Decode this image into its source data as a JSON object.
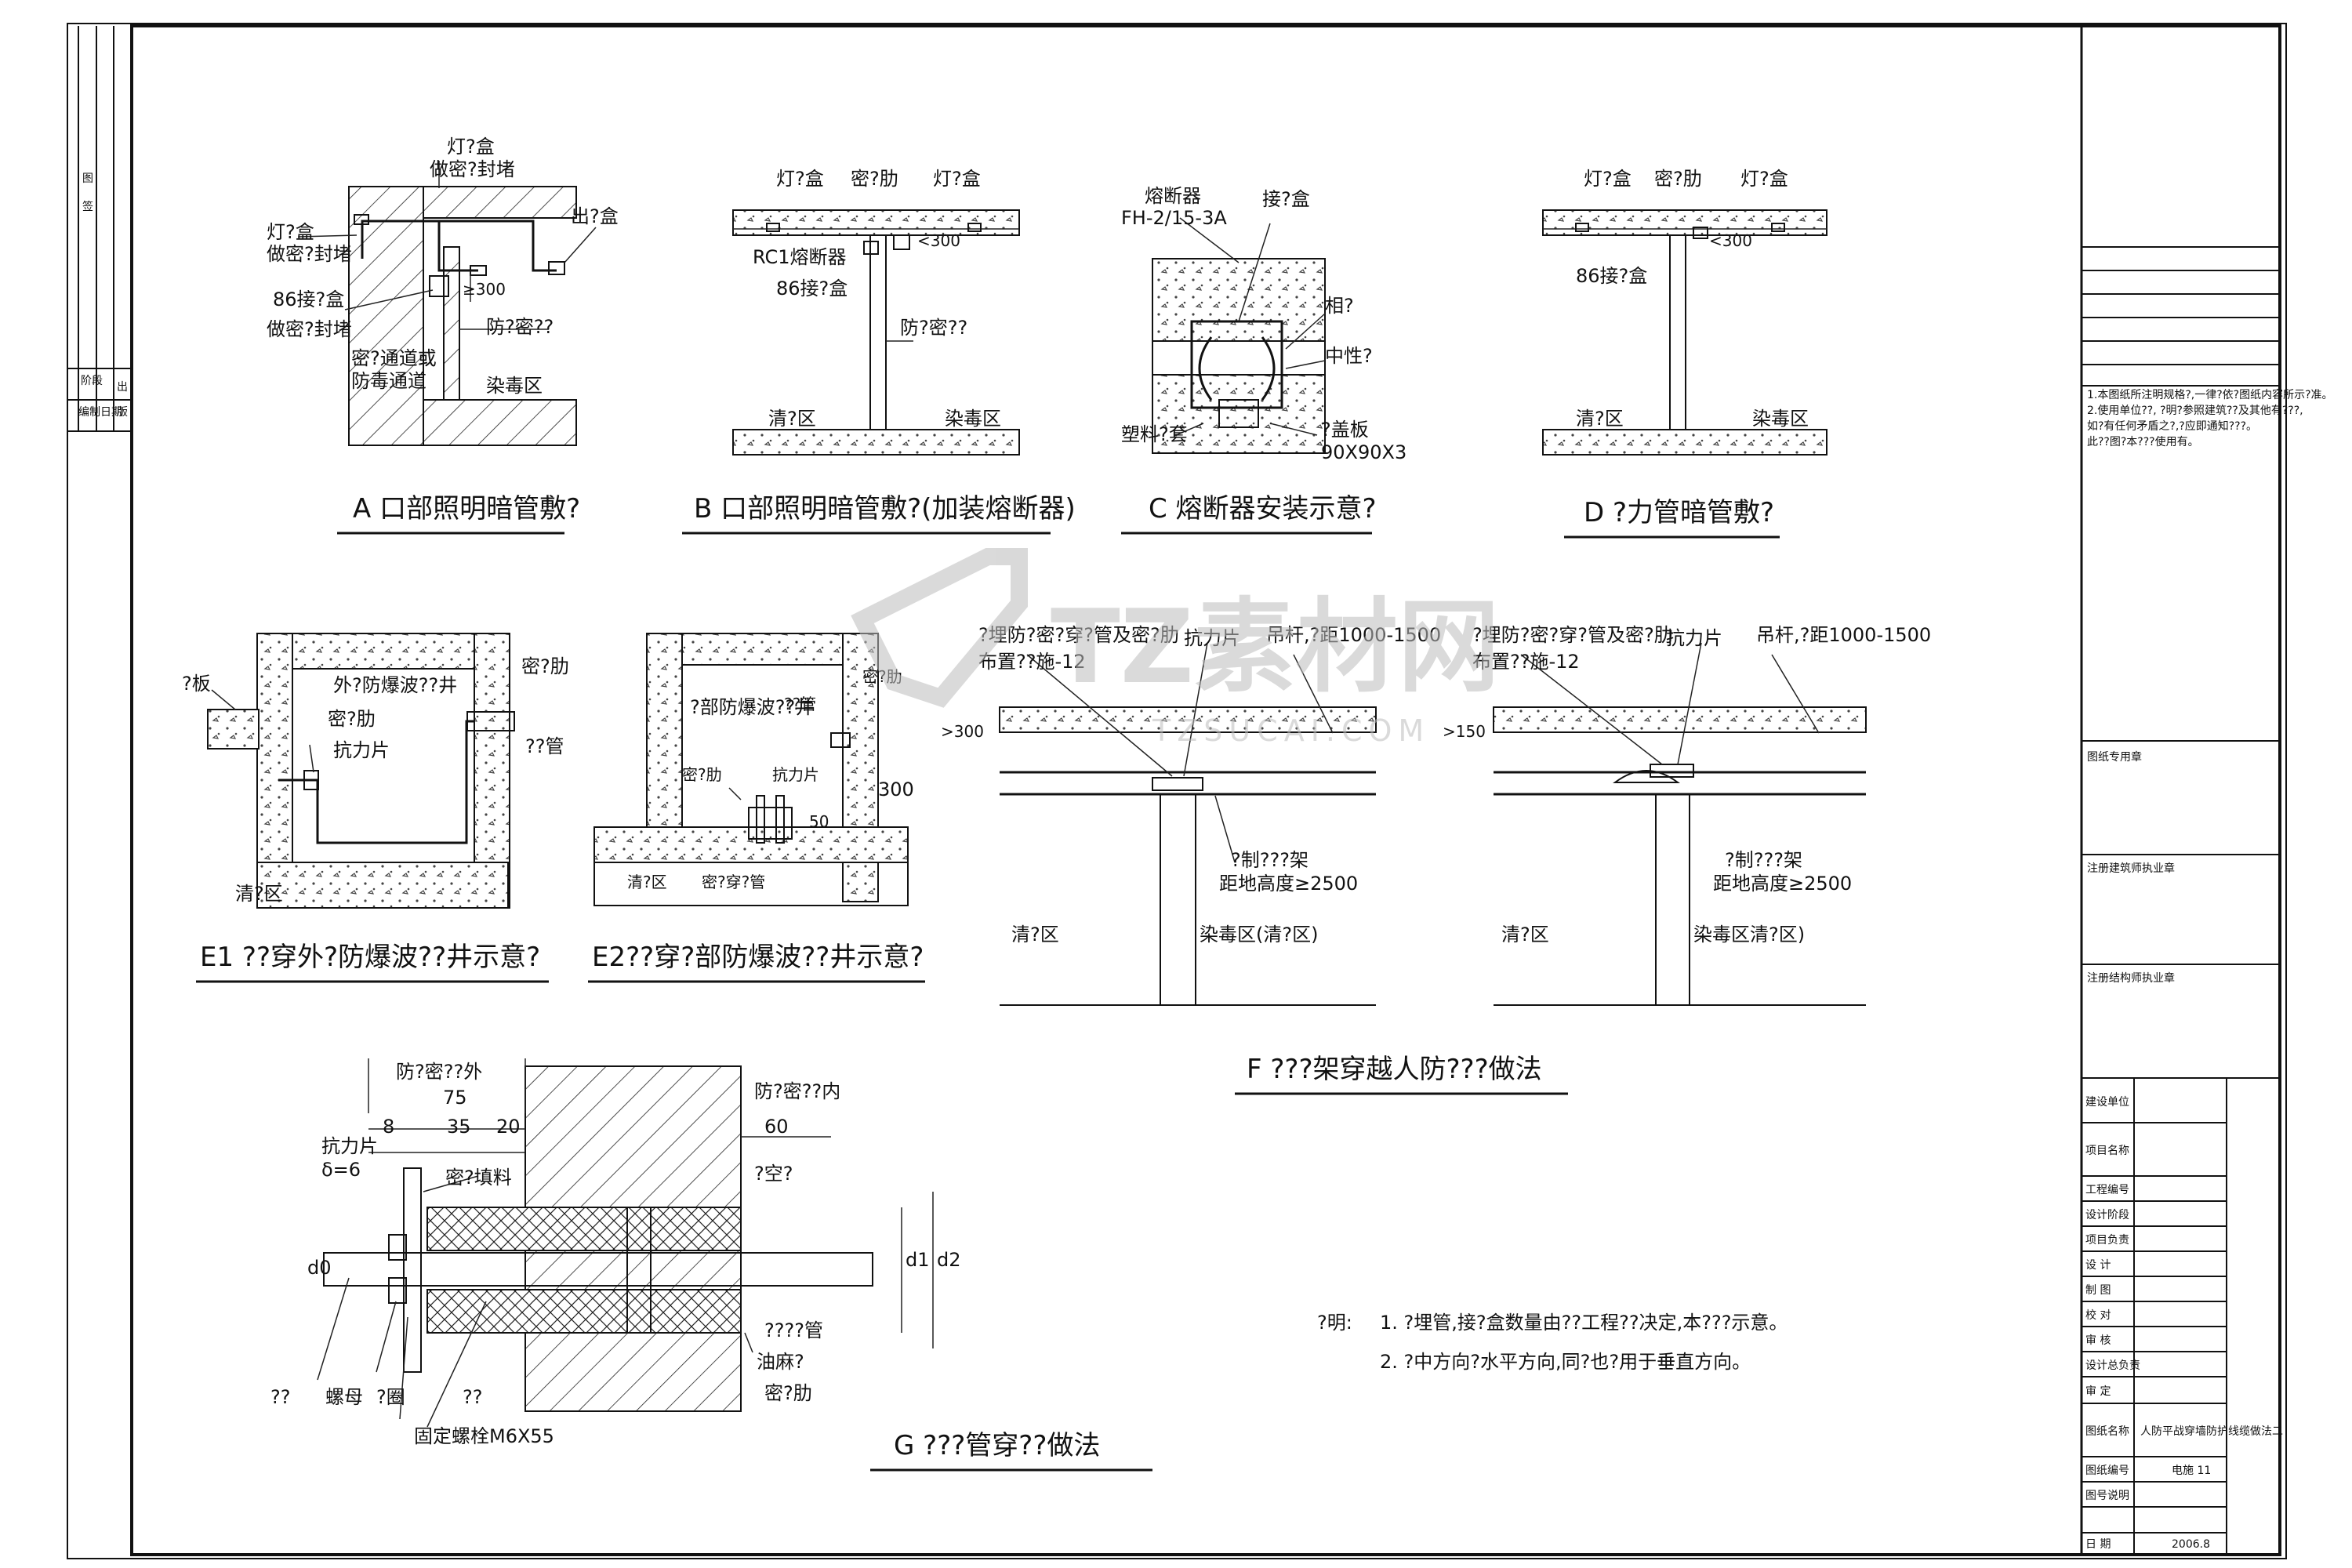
{
  "drawing": {
    "watermark_logo": "TZ素材网",
    "watermark_url": "TZSUCAI.COM",
    "left_strip": {
      "a": "图",
      "b": "签",
      "c": "阶段",
      "d": "出",
      "e": "版",
      "f": "编制日期"
    }
  },
  "figA": {
    "title": "A  口部照明暗管敷?",
    "labels": [
      "灯?盒",
      "做密?封堵",
      "灯?盒",
      "做密?封堵",
      "出?盒",
      "86接?盒",
      "做密?封堵",
      "≥300",
      "防?密??",
      "密?通道或",
      "防毒通道",
      "染毒区"
    ]
  },
  "figB": {
    "title": "B  口部照明暗管敷?(加装熔断器)",
    "labels": [
      "灯?盒",
      "密?肋",
      "灯?盒",
      "RC1熔断器",
      "86接?盒",
      "<300",
      "防?密??",
      "清?区",
      "染毒区"
    ]
  },
  "figC": {
    "title": "C  熔断器安装示意?",
    "labels": [
      "熔断器",
      "FH-2/15-3A",
      "接?盒",
      "相?",
      "中性?",
      "塑料?套",
      "?盖板",
      "90X90X3"
    ]
  },
  "figD": {
    "title": "D  ?力管暗管敷?",
    "labels": [
      "灯?盒",
      "密?肋",
      "灯?盒",
      "86接?盒",
      "<300",
      "清?区",
      "染毒区"
    ]
  },
  "figE1": {
    "title": "E1 ??穿外?防爆波??井示意?",
    "labels": [
      "?板",
      "外?防爆波??井",
      "密?肋",
      "密?肋",
      "抗力片",
      "??管",
      "清?区"
    ]
  },
  "figE2": {
    "title": "E2??穿?部防爆波??井示意?",
    "labels": [
      "?部防爆波??井",
      "密?肋",
      "??管",
      "密?肋",
      "抗力片",
      "50",
      "300",
      "清?区",
      "密?穿?管"
    ]
  },
  "figF": {
    "title": "F  ???架穿越人防???做法",
    "left": [
      "?埋防?密?穿?管及密?肋",
      "布置??施-12",
      "抗力片",
      "吊杆,?距1000-1500",
      ">300",
      "?制???架",
      "距地高度≥2500",
      "清?区",
      "染毒区(清?区)"
    ],
    "right": [
      "?埋防?密?穿?管及密?肋",
      "布置??施-12",
      "抗力片",
      "吊杆,?距1000-1500",
      ">150",
      "?制???架",
      "距地高度≥2500",
      "清?区",
      "染毒区清?区)"
    ]
  },
  "figG": {
    "title": "G  ???管穿??做法",
    "labels": [
      "防?密??外",
      "防?密??内",
      "75",
      "8",
      "35",
      "20",
      "60",
      "抗力片",
      "δ=6",
      "密?填料",
      "?空?",
      "d0",
      "d1",
      "d2",
      "??",
      "螺母",
      "?圈",
      "??",
      "固定螺栓M6X55",
      "????管",
      "油麻?",
      "密?肋"
    ]
  },
  "notes": {
    "heading": "?明:",
    "items": [
      "1.  ?埋管,接?盒数量由??工程??决定,本???示意。",
      "2.  ?中方向?水平方向,同?也?用于垂直方向。"
    ]
  },
  "title_block": {
    "note_small": [
      "1.本图纸所注明规格?,一律?依?图纸内容所示?准。",
      "2.使用单位??, ?明?参照建筑??及其他有???,",
      "  如?有任何矛盾之?,?应即通知???。",
      "  此??图?本???使用有。"
    ],
    "stamps": [
      "图纸专用章",
      "注册建筑师执业章",
      "注册结构师执业章"
    ],
    "rows": [
      {
        "k": "建设单位",
        "v": ""
      },
      {
        "k": "项目名称",
        "v": ""
      },
      {
        "k": "工程编号",
        "v": ""
      },
      {
        "k": "设计阶段",
        "v": ""
      },
      {
        "k": "项目负责",
        "v": ""
      },
      {
        "k": "设  计",
        "v": ""
      },
      {
        "k": "制  图",
        "v": ""
      },
      {
        "k": "校  对",
        "v": ""
      },
      {
        "k": "审  核",
        "v": ""
      },
      {
        "k": "设计总负责",
        "v": ""
      },
      {
        "k": "审  定",
        "v": ""
      },
      {
        "k": "图纸名称",
        "v": "人防平战穿墙防护线缆做法二"
      },
      {
        "k": "图纸编号",
        "v": "电施 11"
      },
      {
        "k": "图号说明",
        "v": ""
      },
      {
        "k": "日  期",
        "v": "2006.8"
      }
    ]
  }
}
